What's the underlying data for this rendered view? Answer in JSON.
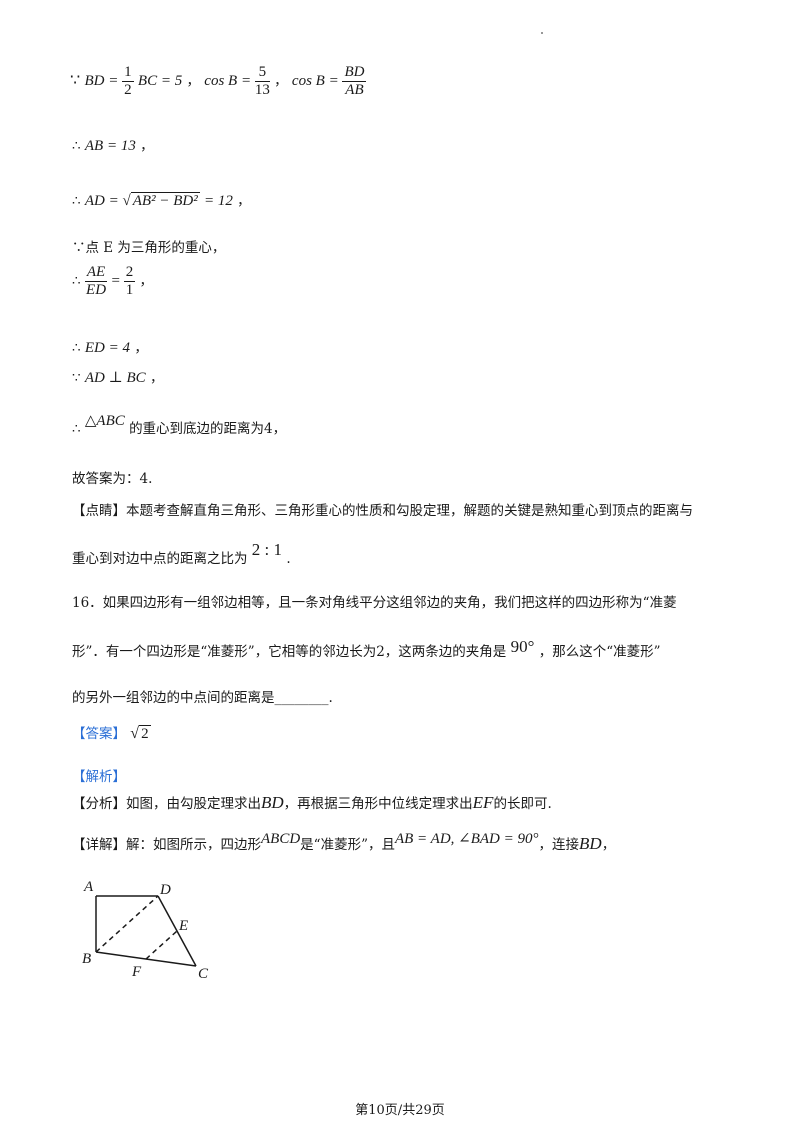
{
  "line1": {
    "because": "∵",
    "eq1_left": "BD = ",
    "eq1_num": "1",
    "eq1_den": "2",
    "eq1_right": "BC = 5",
    "sep1": "，",
    "cos1_label": "cos B = ",
    "cos1_num": "5",
    "cos1_den": "13",
    "sep2": "，",
    "cos2_label": "cos B = ",
    "cos2_num": "BD",
    "cos2_den": "AB"
  },
  "line2": {
    "therefore": "∴",
    "expr": "AB = 13",
    "punct": "，"
  },
  "line3": {
    "therefore": "∴",
    "lhs": "AD = ",
    "radicand": "AB² − BD²",
    "rhs": " = 12",
    "punct": "，"
  },
  "line4": {
    "text": "∵点 E 为三角形的重心，"
  },
  "line5": {
    "therefore": "∴",
    "num": "AE",
    "den": "ED",
    "eq": " = ",
    "num2": "2",
    "den2": "1",
    "punct": "，"
  },
  "line6": {
    "therefore": "∴",
    "expr": "ED = 4",
    "punct": "，"
  },
  "line7": {
    "because": "∵",
    "expr": "AD ⊥ BC",
    "punct": "，"
  },
  "line8": {
    "therefore": "∴",
    "expr": "△ABC",
    "text": "的重心到底边的距离为4，"
  },
  "line9": {
    "text": "故答案为：4."
  },
  "comment": {
    "tag": "【点睛】",
    "line1": "本题考查解直角三角形、三角形重心的性质和勾股定理，解题的关键是熟知重心到顶点的距离与",
    "line2_pre": "重心到对边中点的距离之比为",
    "ratio": "2 : 1",
    "line2_post": "."
  },
  "q16": {
    "line1": "16．如果四边形有一组邻边相等，且一条对角线平分这组邻边的夹角，我们把这样的四边形称为“准菱",
    "line2_pre": "形”．有一个四边形是“准菱形”，它相等的邻边长为2，这两条边的夹角是",
    "angle": "90°",
    "line2_post": "，那么这个“准菱形”",
    "line3": "的另外一组邻边的中点间的距离是________."
  },
  "answer": {
    "tag": "【答案】",
    "radicand": "2"
  },
  "analysis_tag": "【解析】",
  "fenxi": {
    "tag": "【分析】",
    "pre": "如图，由勾股定理求出",
    "bd": "BD",
    "mid": "，再根据三角形中位线定理求出",
    "ef": "EF",
    "post": "的长即可."
  },
  "xiangjie": {
    "tag": "【详解】",
    "pre": "解：如图所示，四边形",
    "abcd": "ABCD",
    "mid": "是“准菱形”，且",
    "cond": "AB = AD, ∠BAD = 90°",
    "post": "，连接",
    "bd": "BD",
    "end": "，"
  },
  "figure": {
    "labels": {
      "A": "A",
      "B": "B",
      "C": "C",
      "D": "D",
      "E": "E",
      "F": "F"
    }
  },
  "footer": "第10页/共29页"
}
